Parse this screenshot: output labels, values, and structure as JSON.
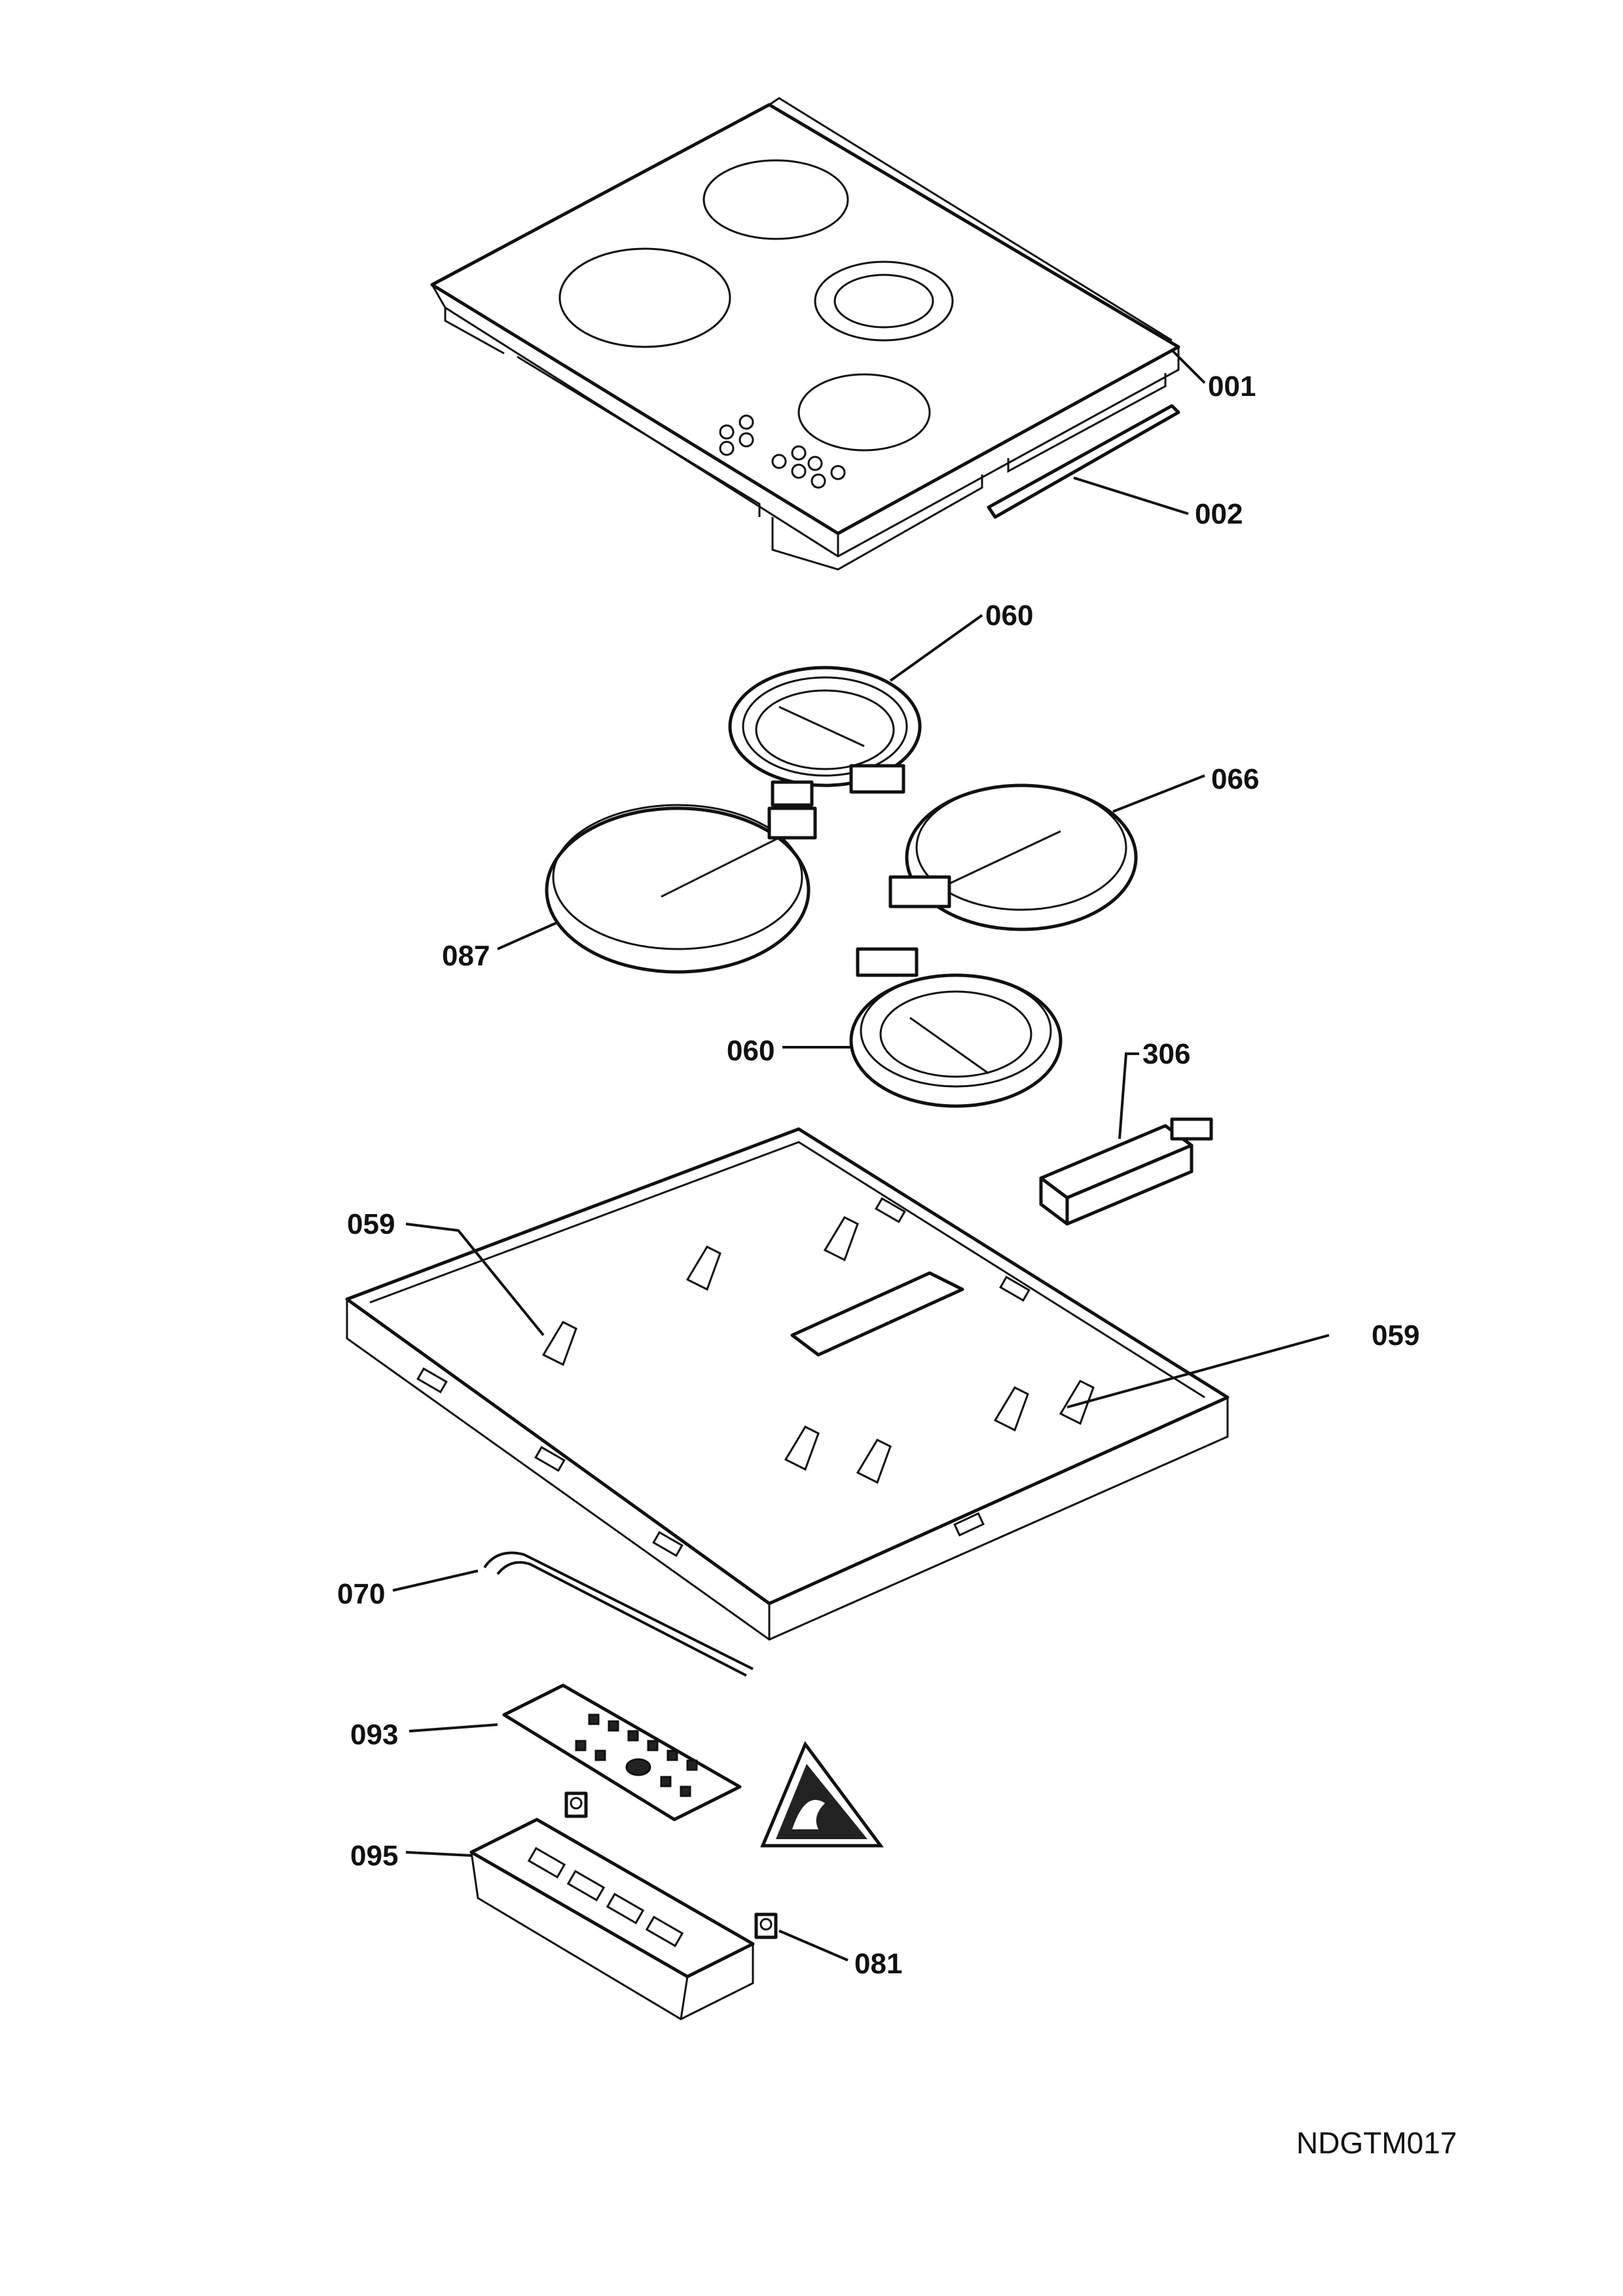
{
  "drawing_code": "NDGTM017",
  "parts": [
    {
      "id": "p001",
      "label": "001"
    },
    {
      "id": "p002",
      "label": "002"
    },
    {
      "id": "p060a",
      "label": "060"
    },
    {
      "id": "p066",
      "label": "066"
    },
    {
      "id": "p087",
      "label": "087"
    },
    {
      "id": "p060b",
      "label": "060"
    },
    {
      "id": "p306",
      "label": "306"
    },
    {
      "id": "p059a",
      "label": "059"
    },
    {
      "id": "p059b",
      "label": "059"
    },
    {
      "id": "p070",
      "label": "070"
    },
    {
      "id": "p093",
      "label": "093"
    },
    {
      "id": "p095",
      "label": "095"
    },
    {
      "id": "p081",
      "label": "081"
    }
  ]
}
